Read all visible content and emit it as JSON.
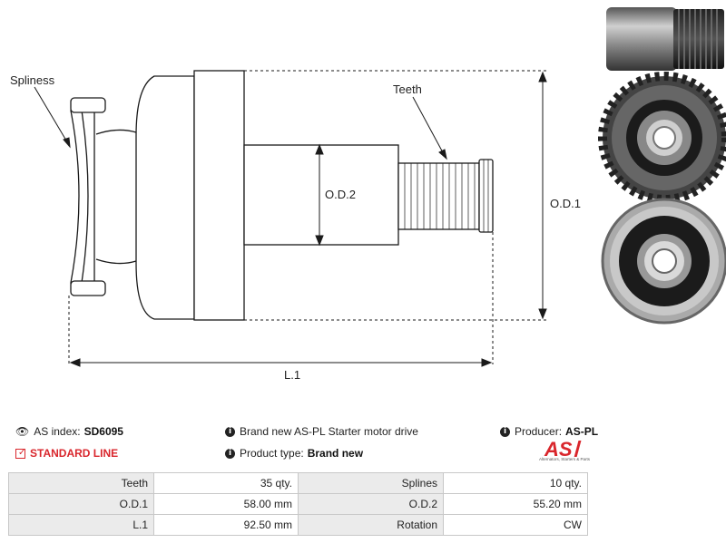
{
  "drawing": {
    "labels": {
      "spliness": "Spliness",
      "teeth": "Teeth",
      "od2": "O.D.2",
      "od1": "O.D.1",
      "l1": "L.1"
    }
  },
  "info": {
    "as_index_label": "AS index:",
    "as_index_value": "SD6095",
    "standard_line": "STANDARD LINE",
    "description": "Brand new AS-PL Starter motor drive",
    "product_type_label": "Product type:",
    "product_type_value": "Brand new",
    "producer_label": "Producer:",
    "producer_value": "AS-PL"
  },
  "logo": {
    "mark": "AS",
    "tagline": "Alternators, Starters & Parts"
  },
  "specs": [
    {
      "k1": "Teeth",
      "v1": "35 qty.",
      "k2": "Splines",
      "v2": "10 qty."
    },
    {
      "k1": "O.D.1",
      "v1": "58.00 mm",
      "k2": "O.D.2",
      "v2": "55.20 mm"
    },
    {
      "k1": "L.1",
      "v1": "92.50 mm",
      "k2": "Rotation",
      "v2": "CW"
    }
  ],
  "colors": {
    "accent_red": "#d9262c",
    "line": "#1a1a1a",
    "table_key_bg": "#ebebeb",
    "table_border": "#c8c8c8"
  }
}
